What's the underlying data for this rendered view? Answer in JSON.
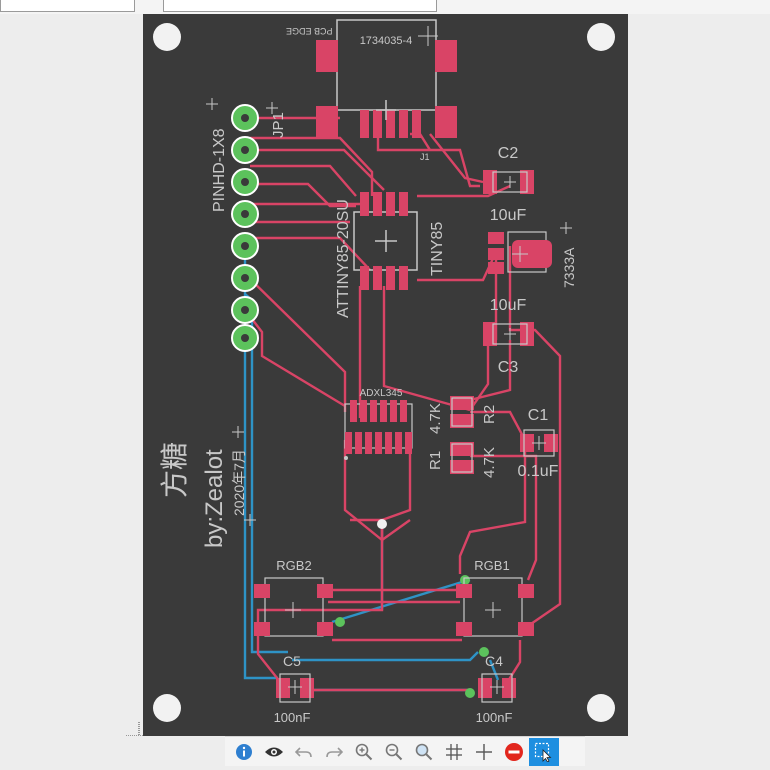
{
  "colors": {
    "board": "#3a3a3a",
    "copper_top": "#d94466",
    "copper_bottom": "#2e93c6",
    "silk": "#c8c8c8",
    "pin_header": "#5cc25c",
    "toolbar_accent": "#1e8fe0",
    "drill_hole": "#f2f2f2"
  },
  "pcb": {
    "board_title": "方糖",
    "author": "by:Zealot",
    "date": "2020年7月",
    "edge_label": "PCB EDGE",
    "components": {
      "usb_part": "1734035-4",
      "usb_ref": "J1",
      "header_ref": "JP1",
      "header_part": "PINHD-1X8",
      "mcu_part": "ATTINY85-20SU",
      "mcu_value": "TINY85",
      "c2_ref": "C2",
      "c2_value": "10uF",
      "regulator_part": "7333A",
      "c3_value": "10uF",
      "c3_ref": "C3",
      "accel_part": "ADXL345",
      "r2_value": "4.7K",
      "r2_ref": "R2",
      "r1_ref": "R1",
      "r1_value": "4.7K",
      "c1_ref": "C1",
      "c1_value": "0.1uF",
      "led_left_label": "RGB2",
      "led_right_label": "RGB1",
      "c5_ref": "C5",
      "c4_ref": "C4",
      "c5_value": "100nF",
      "c4_value": "100nF"
    }
  },
  "toolbar": {
    "tools": [
      {
        "name": "info-icon",
        "glyph": "i"
      },
      {
        "name": "eye-icon",
        "glyph": ""
      },
      {
        "name": "undo-icon",
        "glyph": ""
      },
      {
        "name": "redo-icon",
        "glyph": ""
      },
      {
        "name": "zoom-in-icon",
        "glyph": ""
      },
      {
        "name": "zoom-out-icon",
        "glyph": ""
      },
      {
        "name": "zoom-fit-icon",
        "glyph": ""
      },
      {
        "name": "grid-icon",
        "glyph": ""
      },
      {
        "name": "crosshair-icon",
        "glyph": ""
      },
      {
        "name": "stop-icon",
        "glyph": ""
      },
      {
        "name": "select-cursor-icon",
        "glyph": ""
      }
    ]
  }
}
